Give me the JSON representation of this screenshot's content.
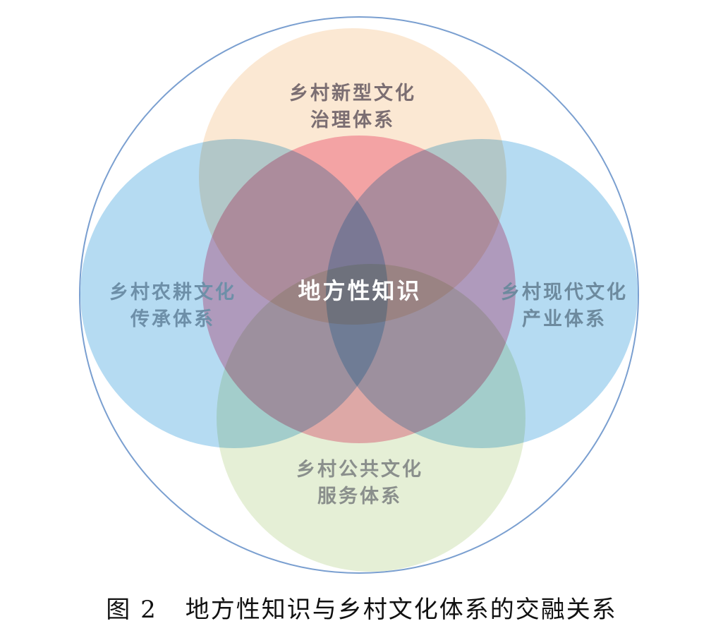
{
  "center": {
    "label": "地方性知识"
  },
  "systems": {
    "top": {
      "line1": "乡村新型文化",
      "line2": "治理体系"
    },
    "left": {
      "line1": "乡村农耕文化",
      "line2": "传承体系"
    },
    "right": {
      "line1": "乡村现代文化",
      "line2": "产业体系"
    },
    "bottom": {
      "line1": "乡村公共文化",
      "line2": "服务体系"
    }
  },
  "caption": {
    "number": "图 2",
    "title": "地方性知识与乡村文化体系的交融关系"
  },
  "colors": {
    "outline": "#7a9fd0",
    "center": "#f7b3c6",
    "top": "#fbe6cf",
    "blue": "#a8d5f0",
    "bottom": "#e3eed2"
  }
}
